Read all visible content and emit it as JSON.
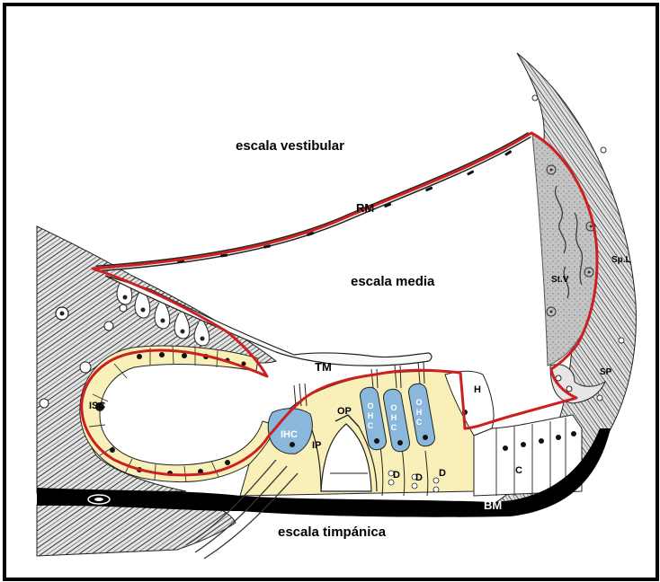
{
  "labels": {
    "escala_vestibular": "escala vestibular",
    "escala_media": "escala media",
    "escala_timpanica": "escala timpánica",
    "rm": "RM",
    "tm": "TM",
    "bm": "BM",
    "isc": "ISC",
    "ihc": "IHC",
    "ip": "IP",
    "op": "OP",
    "ohc": "OHC",
    "d": "D",
    "h": "H",
    "c": "C",
    "sp": "SP",
    "stv": "St.V",
    "spl": "Sp.L"
  },
  "colors": {
    "outline_red": "#cc1f1f",
    "supporting_cell_yellow": "#f8f0b8",
    "hair_cell_blue": "#8ab8dc",
    "stria_gray": "#c4c4c4",
    "tissue_gray": "#d8d8d8",
    "black_membrane": "#000000"
  }
}
